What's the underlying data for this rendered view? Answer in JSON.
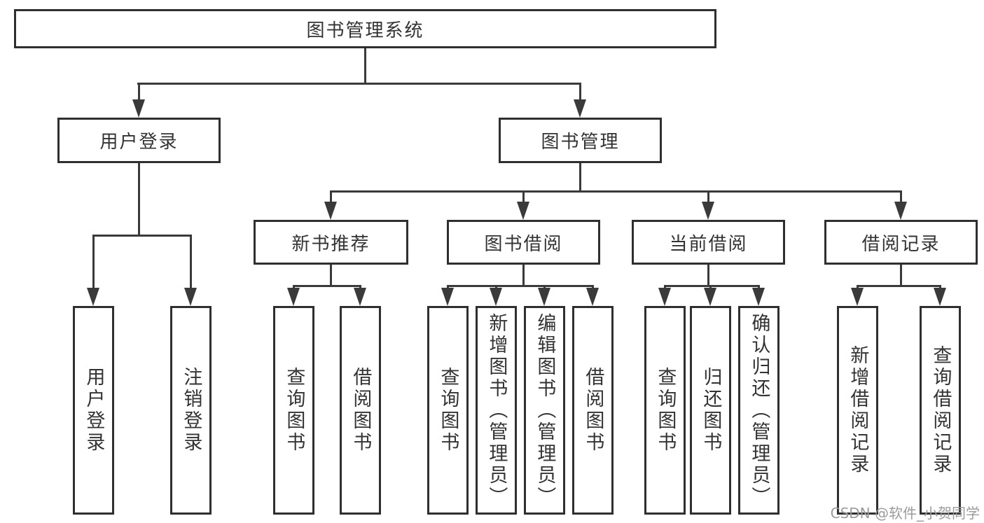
{
  "colors": {
    "line": "#3a3a3a",
    "box_border": "#2f2f2f",
    "text": "#333333",
    "watermark": "#9b9b9b",
    "background": "#ffffff"
  },
  "tree": {
    "root": {
      "label": "图书管理系统"
    },
    "branches": [
      {
        "label": "用户登录",
        "children": [
          {
            "label": "用户登录"
          },
          {
            "label": "注销登录"
          }
        ]
      },
      {
        "label": "图书管理",
        "children": [
          {
            "label": "新书推荐",
            "children": [
              {
                "label": "查询图书"
              },
              {
                "label": "借阅图书"
              }
            ]
          },
          {
            "label": "图书借阅",
            "children": [
              {
                "label": "查询图书"
              },
              {
                "label": "新增图书（管理员）"
              },
              {
                "label": "编辑图书（管理员）"
              },
              {
                "label": "借阅图书"
              }
            ]
          },
          {
            "label": "当前借阅",
            "children": [
              {
                "label": "查询图书"
              },
              {
                "label": "归还图书"
              },
              {
                "label": "确认归还（管理员）"
              }
            ]
          },
          {
            "label": "借阅记录",
            "children": [
              {
                "label": "新增借阅记录"
              },
              {
                "label": "查询借阅记录"
              }
            ]
          }
        ]
      }
    ]
  },
  "watermark": {
    "text": "CSDN @软件_小贺同学"
  }
}
